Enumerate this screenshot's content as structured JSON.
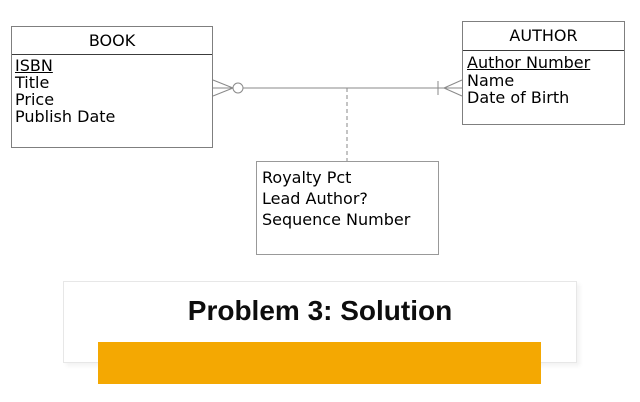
{
  "slide": {
    "caption": "Problem 3: Solution"
  },
  "diagram": {
    "entities": [
      {
        "name": "BOOK",
        "attributes": [
          {
            "label": "ISBN",
            "is_key": true
          },
          {
            "label": "Title",
            "is_key": false
          },
          {
            "label": "Price",
            "is_key": false
          },
          {
            "label": "Publish Date",
            "is_key": false
          }
        ]
      },
      {
        "name": "AUTHOR",
        "attributes": [
          {
            "label": "Author Number",
            "is_key": true
          },
          {
            "label": "Name",
            "is_key": false
          },
          {
            "label": "Date of Birth",
            "is_key": false
          }
        ]
      }
    ],
    "associative_entity": {
      "attributes": [
        {
          "label": "Royalty Pct"
        },
        {
          "label": "Lead Author?"
        },
        {
          "label": "Sequence Number"
        }
      ]
    },
    "relationship": {
      "book_end_cardinality": "zero-or-many",
      "author_end_cardinality": "one-or-many",
      "associative_link_style": "dashed"
    }
  },
  "colors": {
    "accent_bar": "#F4A802",
    "connector": "#8a8a8a",
    "entity_border": "#7f7f7f"
  }
}
